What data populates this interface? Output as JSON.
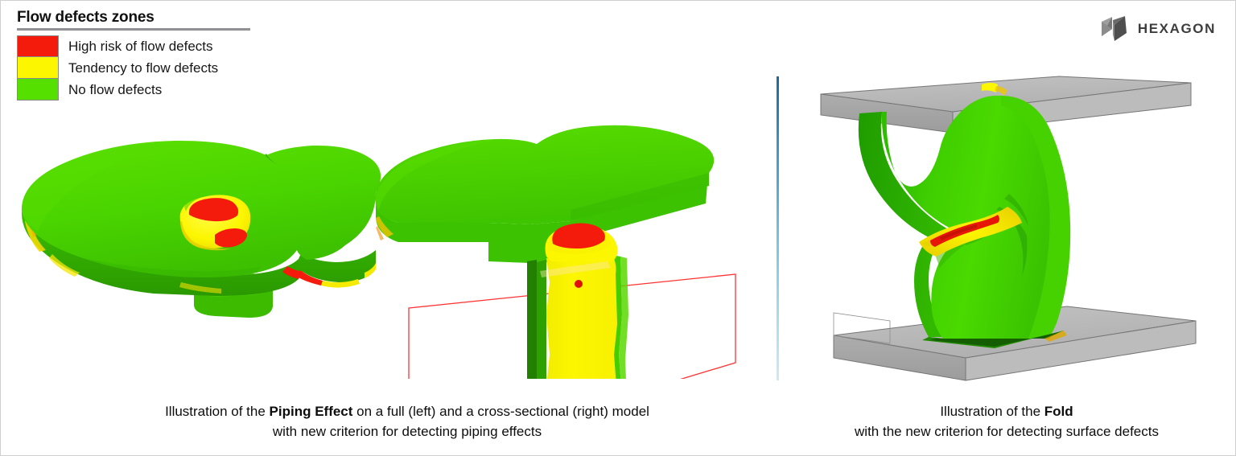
{
  "legend": {
    "title": "Flow defects zones",
    "items": [
      {
        "color": "#f41b0c",
        "label": "High risk of flow defects"
      },
      {
        "color": "#fcf600",
        "label": "Tendency to flow defects"
      },
      {
        "color": "#55e000",
        "label": "No flow defects"
      }
    ]
  },
  "brand": {
    "logo_icon": "hexagon-logo-icon",
    "wordmark": "HEXAGON",
    "logo_color_dark": "#5c5c5c",
    "logo_color_light": "#9e9e9e"
  },
  "divider": {
    "name": "panel-divider",
    "color_top": "#1b6c94",
    "color_bottom": "#cdeaf4"
  },
  "figures": {
    "left": {
      "name": "piping-effect-viewport",
      "models": [
        {
          "name": "full-disc-model",
          "description": "Full disc casting model with central boss showing red and yellow flow defect zones"
        },
        {
          "name": "cross-sectional-model",
          "description": "Cross-sectional cut of the disc with vertical rib, red cutting plane outline"
        }
      ],
      "cut_plane_color": "#ff2a2a"
    },
    "right": {
      "name": "fold-viewport",
      "models": [
        {
          "name": "upper-platen",
          "description": "Upper gray die plate"
        },
        {
          "name": "folded-part-model",
          "description": "S-curved green part with yellow and red fold defect band"
        },
        {
          "name": "lower-platen",
          "description": "Lower gray die plate"
        }
      ],
      "platen_color": "#b4b4b4"
    },
    "colors": {
      "green": "#4ad400",
      "green_dark": "#2aa800",
      "green_shadow": "#1e7a00",
      "yellow": "#fcf600",
      "yellow_dark": "#e0d400",
      "red": "#f41b0c",
      "gray": "#b4b4b4",
      "gray_dark": "#9a9a9a",
      "gray_edge": "#6e6e6e"
    }
  },
  "captions": {
    "left": {
      "line1_pre": "Illustration of the ",
      "line1_bold": "Piping Effect",
      "line1_post": " on a full (left) and a cross-sectional (right) model",
      "line2": "with new criterion for detecting piping effects"
    },
    "right": {
      "line1_pre": "Illustration of the ",
      "line1_bold": "Fold",
      "line1_post": "",
      "line2": "with the new criterion for detecting surface defects"
    }
  }
}
